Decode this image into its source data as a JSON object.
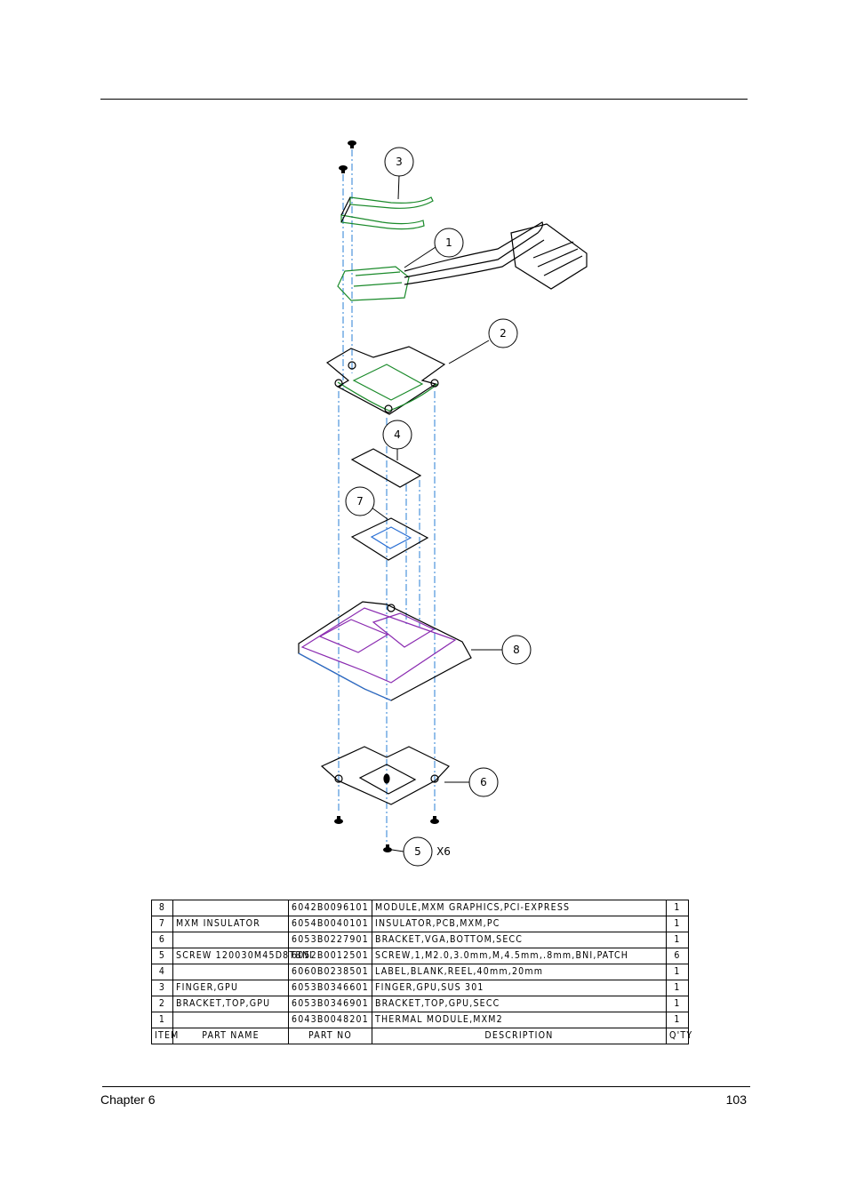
{
  "footer": {
    "chapter": "Chapter 6",
    "page": "103"
  },
  "diagram": {
    "callouts": [
      "3",
      "1",
      "2",
      "4",
      "7",
      "8",
      "6",
      "5"
    ],
    "quantity_note": "X6"
  },
  "bom": {
    "headers": [
      "ITEM",
      "PART NAME",
      "PART NO",
      "DESCRIPTION",
      "Q'TY"
    ],
    "rows": [
      [
        "8",
        "",
        "6042B0096101",
        "MODULE,MXM GRAPHICS,PCI-EXPRESS",
        "1"
      ],
      [
        "7",
        "MXM INSULATOR",
        "6054B0040101",
        "INSULATOR,PCB,MXM,PC",
        "1"
      ],
      [
        "6",
        "",
        "6053B0227901",
        "BRACKET,VGA,BOTTOM,SECC",
        "1"
      ],
      [
        "5",
        "SCREW 120030M45D8TBNI",
        "6052B0012501",
        "SCREW,1,M2.0,3.0mm,M,4.5mm,.8mm,BNI,PATCH",
        "6"
      ],
      [
        "4",
        "",
        "6060B0238501",
        "LABEL,BLANK,REEL,40mm,20mm",
        "1"
      ],
      [
        "3",
        "FINGER,GPU",
        "6053B0346601",
        "FINGER,GPU,SUS 301",
        "1"
      ],
      [
        "2",
        "BRACKET,TOP,GPU",
        "6053B0346901",
        "BRACKET,TOP,GPU,SECC",
        "1"
      ],
      [
        "1",
        "",
        "6043B0048201",
        "THERMAL MODULE,MXM2",
        "1"
      ]
    ]
  },
  "colors": {
    "outline": "#000000",
    "centerline": "#2a7fd4",
    "green_part": "#1a8a2a",
    "purple_part": "#8a2ab0",
    "blue_part": "#2a6fd4"
  }
}
